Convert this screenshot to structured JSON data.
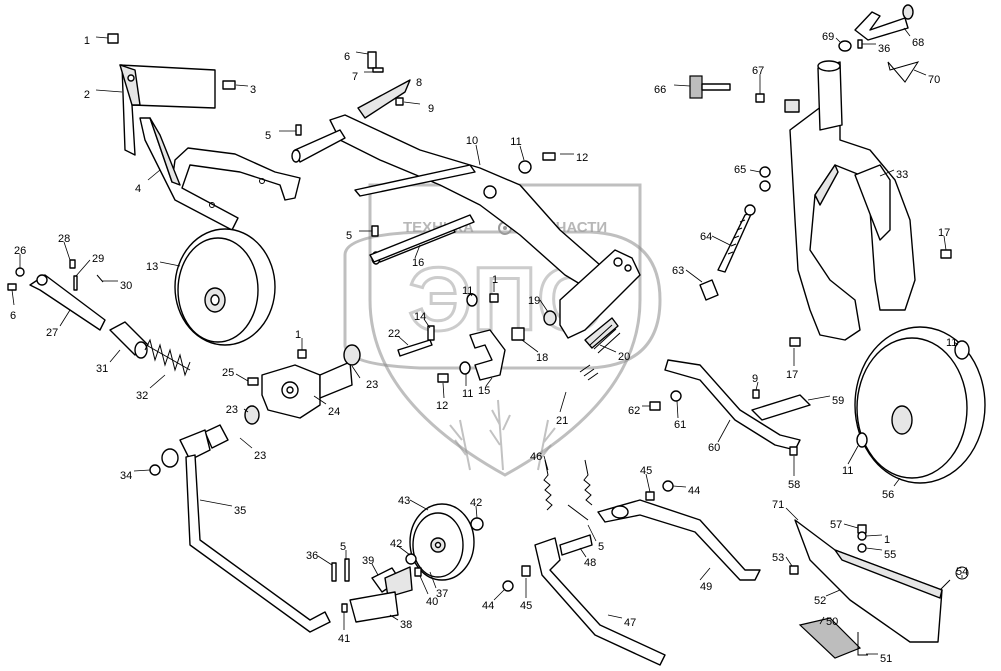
{
  "watermark": {
    "brand": "ЭПС",
    "left_word": "ТЕХНИКА",
    "right_word": "ЗАПЧАСТИ"
  },
  "callouts": [
    {
      "id": "c-1a",
      "label": "1"
    },
    {
      "id": "c-2",
      "label": "2"
    },
    {
      "id": "c-3",
      "label": "3"
    },
    {
      "id": "c-4",
      "label": "4"
    },
    {
      "id": "c-5a",
      "label": "5"
    },
    {
      "id": "c-6a",
      "label": "6"
    },
    {
      "id": "c-7",
      "label": "7"
    },
    {
      "id": "c-8",
      "label": "8"
    },
    {
      "id": "c-9a",
      "label": "9"
    },
    {
      "id": "c-10",
      "label": "10"
    },
    {
      "id": "c-11a",
      "label": "11"
    },
    {
      "id": "c-12a",
      "label": "12"
    },
    {
      "id": "c-5b",
      "label": "5"
    },
    {
      "id": "c-16",
      "label": "16"
    },
    {
      "id": "c-13",
      "label": "13"
    },
    {
      "id": "c-26",
      "label": "26"
    },
    {
      "id": "c-28",
      "label": "28"
    },
    {
      "id": "c-29",
      "label": "29"
    },
    {
      "id": "c-30",
      "label": "30"
    },
    {
      "id": "c-6b",
      "label": "6"
    },
    {
      "id": "c-27",
      "label": "27"
    },
    {
      "id": "c-31",
      "label": "31"
    },
    {
      "id": "c-32",
      "label": "32"
    },
    {
      "id": "c-1b",
      "label": "1"
    },
    {
      "id": "c-22",
      "label": "22"
    },
    {
      "id": "c-14",
      "label": "14"
    },
    {
      "id": "c-11b",
      "label": "11"
    },
    {
      "id": "c-1c",
      "label": "1"
    },
    {
      "id": "c-19",
      "label": "19"
    },
    {
      "id": "c-18",
      "label": "18"
    },
    {
      "id": "c-20",
      "label": "20"
    },
    {
      "id": "c-11c",
      "label": "11"
    },
    {
      "id": "c-15",
      "label": "15"
    },
    {
      "id": "c-12b",
      "label": "12"
    },
    {
      "id": "c-25",
      "label": "25"
    },
    {
      "id": "c-23a",
      "label": "23"
    },
    {
      "id": "c-24",
      "label": "24"
    },
    {
      "id": "c-21",
      "label": "21"
    },
    {
      "id": "c-23b",
      "label": "23"
    },
    {
      "id": "c-23c",
      "label": "23"
    },
    {
      "id": "c-34",
      "label": "34"
    },
    {
      "id": "c-35",
      "label": "35"
    },
    {
      "id": "c-46",
      "label": "46"
    },
    {
      "id": "c-43",
      "label": "43"
    },
    {
      "id": "c-42a",
      "label": "42"
    },
    {
      "id": "c-45a",
      "label": "45"
    },
    {
      "id": "c-44a",
      "label": "44"
    },
    {
      "id": "c-5c",
      "label": "5"
    },
    {
      "id": "c-48",
      "label": "48"
    },
    {
      "id": "c-36a",
      "label": "36"
    },
    {
      "id": "c-5d",
      "label": "5"
    },
    {
      "id": "c-39",
      "label": "39"
    },
    {
      "id": "c-42b",
      "label": "42"
    },
    {
      "id": "c-40",
      "label": "40"
    },
    {
      "id": "c-37",
      "label": "37"
    },
    {
      "id": "c-38",
      "label": "38"
    },
    {
      "id": "c-41",
      "label": "41"
    },
    {
      "id": "c-44b",
      "label": "44"
    },
    {
      "id": "c-45b",
      "label": "45"
    },
    {
      "id": "c-47",
      "label": "47"
    },
    {
      "id": "c-49",
      "label": "49"
    },
    {
      "id": "c-69",
      "label": "69"
    },
    {
      "id": "c-36b",
      "label": "36"
    },
    {
      "id": "c-68",
      "label": "68"
    },
    {
      "id": "c-67",
      "label": "67"
    },
    {
      "id": "c-70",
      "label": "70"
    },
    {
      "id": "c-66",
      "label": "66"
    },
    {
      "id": "c-65",
      "label": "65"
    },
    {
      "id": "c-33",
      "label": "33"
    },
    {
      "id": "c-64",
      "label": "64"
    },
    {
      "id": "c-17a",
      "label": "17"
    },
    {
      "id": "c-63",
      "label": "63"
    },
    {
      "id": "c-17b",
      "label": "17"
    },
    {
      "id": "c-11d",
      "label": "11"
    },
    {
      "id": "c-9b",
      "label": "9"
    },
    {
      "id": "c-59",
      "label": "59"
    },
    {
      "id": "c-62",
      "label": "62"
    },
    {
      "id": "c-61",
      "label": "61"
    },
    {
      "id": "c-60",
      "label": "60"
    },
    {
      "id": "c-58",
      "label": "58"
    },
    {
      "id": "c-11e",
      "label": "11"
    },
    {
      "id": "c-56",
      "label": "56"
    },
    {
      "id": "c-71",
      "label": "71"
    },
    {
      "id": "c-57",
      "label": "57"
    },
    {
      "id": "c-1d",
      "label": "1"
    },
    {
      "id": "c-55",
      "label": "55"
    },
    {
      "id": "c-53",
      "label": "53"
    },
    {
      "id": "c-54",
      "label": "54"
    },
    {
      "id": "c-52",
      "label": "52"
    },
    {
      "id": "c-50",
      "label": "50"
    },
    {
      "id": "c-51",
      "label": "51"
    }
  ]
}
